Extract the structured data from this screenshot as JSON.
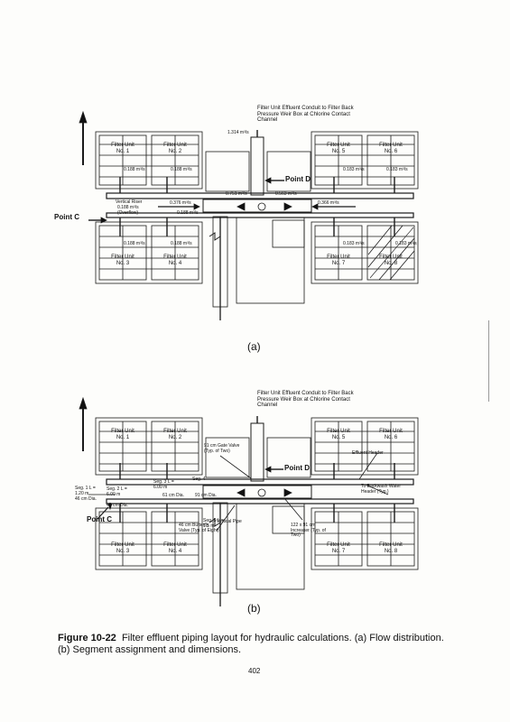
{
  "figure_a": {
    "label": "(a)",
    "conduit_note": "Filter Unit Effluent Conduit to Filter Back Pressure Weir Box at Chlorine Contact Channel",
    "total_flow": "1.314 m³/s",
    "units": [
      {
        "line1": "Filter Unit",
        "line2": "No. 1"
      },
      {
        "line1": "Filter Unit",
        "line2": "No. 2"
      },
      {
        "line1": "Filter Unit",
        "line2": "No. 3"
      },
      {
        "line1": "Filter Unit",
        "line2": "No. 4"
      },
      {
        "line1": "Filter Unit",
        "line2": "No. 5"
      },
      {
        "line1": "Filter Unit",
        "line2": "No. 6"
      },
      {
        "line1": "Filter Unit",
        "line2": "No. 7"
      },
      {
        "line1": "Filter Unit",
        "line2": "No. 8"
      }
    ],
    "flows": {
      "u1": "0.188 m³/s",
      "u2": "0.188 m³/s",
      "u3": "0.188 m³/s",
      "u4": "0.188 m³/s",
      "u5": "0.183 m³/s",
      "u6": "0.183 m³/s",
      "u7": "0.183 m³/s",
      "u8": "0.183 m³/s",
      "header_left": "0.376 m³/s",
      "riser_left": "0.751 m³/s",
      "riser_right": "0.563 m³/s",
      "header_right": "0.366 m³/s"
    },
    "vertical_riser": "Vertical Riser",
    "riser_flow": "0.188 m³/s",
    "riser_note": "(Overflow)",
    "point_c": "Point C",
    "point_d": "Point D"
  },
  "figure_b": {
    "label": "(b)",
    "conduit_note": "Filter Unit Effluent Conduit to Filter Back Pressure Weir Box at Chlorine Contact Channel",
    "units": [
      {
        "line1": "Filter Unit",
        "line2": "No. 1"
      },
      {
        "line1": "Filter Unit",
        "line2": "No. 2"
      },
      {
        "line1": "Filter Unit",
        "line2": "No. 3"
      },
      {
        "line1": "Filter Unit",
        "line2": "No. 4"
      },
      {
        "line1": "Filter Unit",
        "line2": "No. 5"
      },
      {
        "line1": "Filter Unit",
        "line2": "No. 6"
      },
      {
        "line1": "Filter Unit",
        "line2": "No. 7"
      },
      {
        "line1": "Filter Unit",
        "line2": "No. 8"
      }
    ],
    "gate_valve": "91 cm Gate Valve (Typ. of Two)",
    "effluent_header": "Effluent Header",
    "backwash": "To Backwash Water Header (Typ.)",
    "seg1": "Seg. 1 L = 1.20 m",
    "seg1b": "46 cm Dia.",
    "seg2": "Seg. 2 L = 6.00 m",
    "seg3": "Seg. 3 L = 6.00 m",
    "seg4": "Seg. 4",
    "seg5": "Seg. 5 L = 1.5 m",
    "dia_61": "61 cm Dia.",
    "dia_45": "45 cm Dia.",
    "dia_91": "91 cm Dia.",
    "butterfly": "46 cm Butterfly Valve (Typ. of Eight)",
    "vertical_pipe": "Vertical Pipe",
    "increaser": "122 x 91 cm Increaser (Typ. of Two)",
    "point_c": "Point C",
    "point_d": "Point D"
  },
  "caption": {
    "label": "Figure 10-22",
    "text": "Filter effluent piping layout for hydraulic calculations. (a) Flow distribution. (b) Segment assignment and dimensions."
  },
  "page_number": "402"
}
